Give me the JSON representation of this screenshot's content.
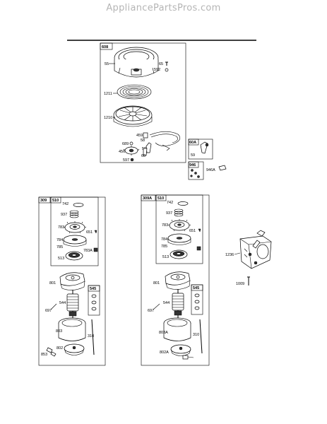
{
  "watermark": "AppliancePartsPros.com",
  "colors": {
    "line": "#000000",
    "watermark": "#b5b5b5",
    "background": "#ffffff"
  },
  "groups": {
    "g608": {
      "id": "608",
      "labels": {
        "p55": "55",
        "p65": "65",
        "p592": "592",
        "p1211": "1211",
        "p1210": "1210",
        "p459": "459",
        "p58": "58",
        "p689": "689",
        "p59": "59",
        "p456": "456",
        "p60": "60",
        "p597": "597"
      }
    },
    "g60A": {
      "id": "60A",
      "labels": {
        "p59": "59"
      }
    },
    "g946": {
      "id": "946",
      "labels": {
        "p946A": "946A"
      }
    },
    "g309": {
      "id": "309",
      "sub510": "510",
      "sub545": "545",
      "labels": {
        "p742": "742",
        "p937": "937",
        "p783": "783",
        "p651": "651",
        "p784": "784",
        "p785": "785",
        "p783A": "783A",
        "p513": "513",
        "p801": "801",
        "p544": "544",
        "p697": "697",
        "p803": "803",
        "p310": "310",
        "p802": "802",
        "p853": "853"
      }
    },
    "g309A": {
      "id": "309A",
      "sub510": "510",
      "sub545": "545",
      "labels": {
        "p742": "742",
        "p937": "937",
        "p783": "783",
        "p651": "651",
        "p784": "784",
        "p785": "785",
        "p513": "513",
        "p801": "801",
        "p544": "544",
        "p697": "697",
        "p803A": "803A",
        "p310": "310",
        "p802A": "802A"
      }
    },
    "standalone": {
      "p1236": "1236",
      "p1009": "1009"
    }
  }
}
